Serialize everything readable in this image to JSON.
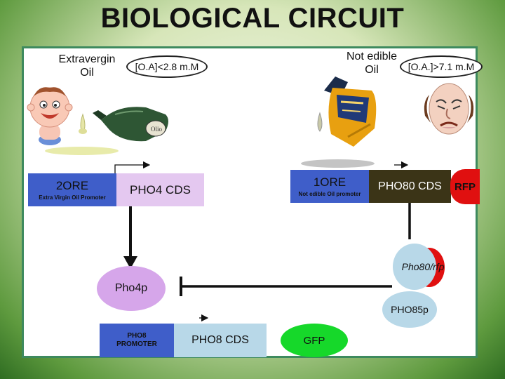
{
  "title": "BIOLOGICAL CIRCUIT",
  "inputs": {
    "left_oil_label": "Extravergin\nOil",
    "left_condition": "[O.A]<2.8 m.M",
    "right_oil_label": "Not edible\nOil",
    "right_condition": "[O.A.]>7.1 m.M"
  },
  "left_construct": {
    "promoter": "2ORE",
    "promoter_caption": "Extra Virgin Oil Promoter",
    "cds": "PHO4 CDS"
  },
  "right_construct": {
    "promoter": "1ORE",
    "promoter_caption": "Not edible Oil promoter",
    "cds": "PHO80 CDS",
    "reporter": "RFP"
  },
  "proteins": {
    "pho80": "Pho80/rfp",
    "pho85": "PHO85p",
    "pho4": "Pho4p"
  },
  "output_construct": {
    "promoter": "PHO8\nPROMOTER",
    "cds": "PHO8 CDS",
    "reporter": "GFP"
  },
  "colors": {
    "promoter_blue": "#3f5ec9",
    "cds_lilac": "#e4c8f0",
    "dark_cds": "#3b3417",
    "rfp": "#e01010",
    "gfp": "#16d82a",
    "protein_blue": "#b8d8e8",
    "pho4_purple": "#d6a6ea",
    "panel_border": "#3e8a5e"
  }
}
